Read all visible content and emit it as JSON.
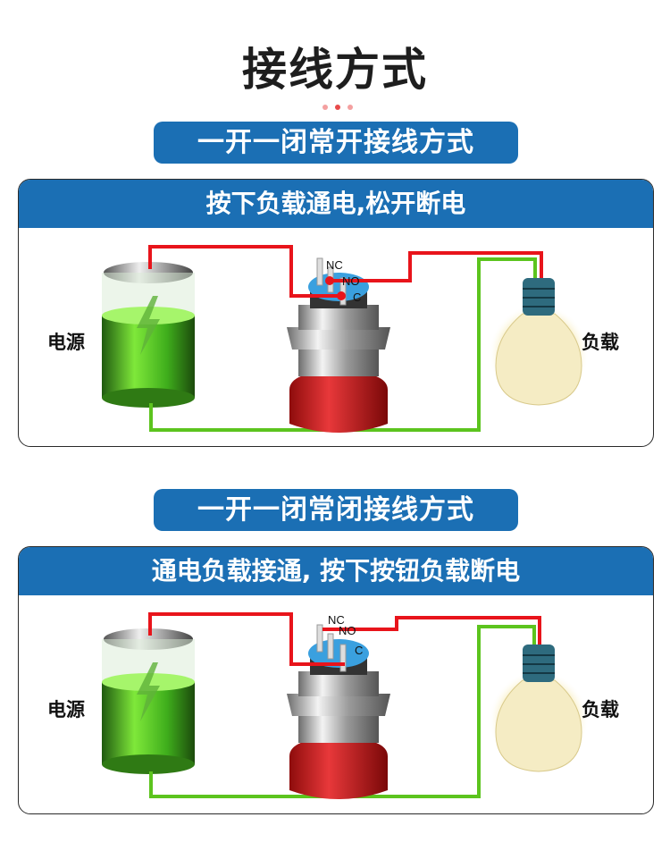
{
  "title": "接线方式",
  "colors": {
    "accent": "#1b6fb4",
    "wire_live": "#e8141b",
    "wire_return": "#5cc41e",
    "dot_light": "#f4a0a0",
    "dot_dark": "#e84a4a"
  },
  "sections": [
    {
      "pill": "一开一闭常开接线方式",
      "header": "按下负载通电,松开断电",
      "source_label": "电源",
      "load_label": "负载",
      "terminals": {
        "nc": "NC",
        "no": "NO",
        "c": "C"
      },
      "mode": "normally-open"
    },
    {
      "pill": "一开一闭常闭接线方式",
      "header": "通电负载接通, 按下按钮负载断电",
      "source_label": "电源",
      "load_label": "负载",
      "terminals": {
        "nc": "NC",
        "no": "NO",
        "c": "C"
      },
      "mode": "normally-closed"
    }
  ]
}
